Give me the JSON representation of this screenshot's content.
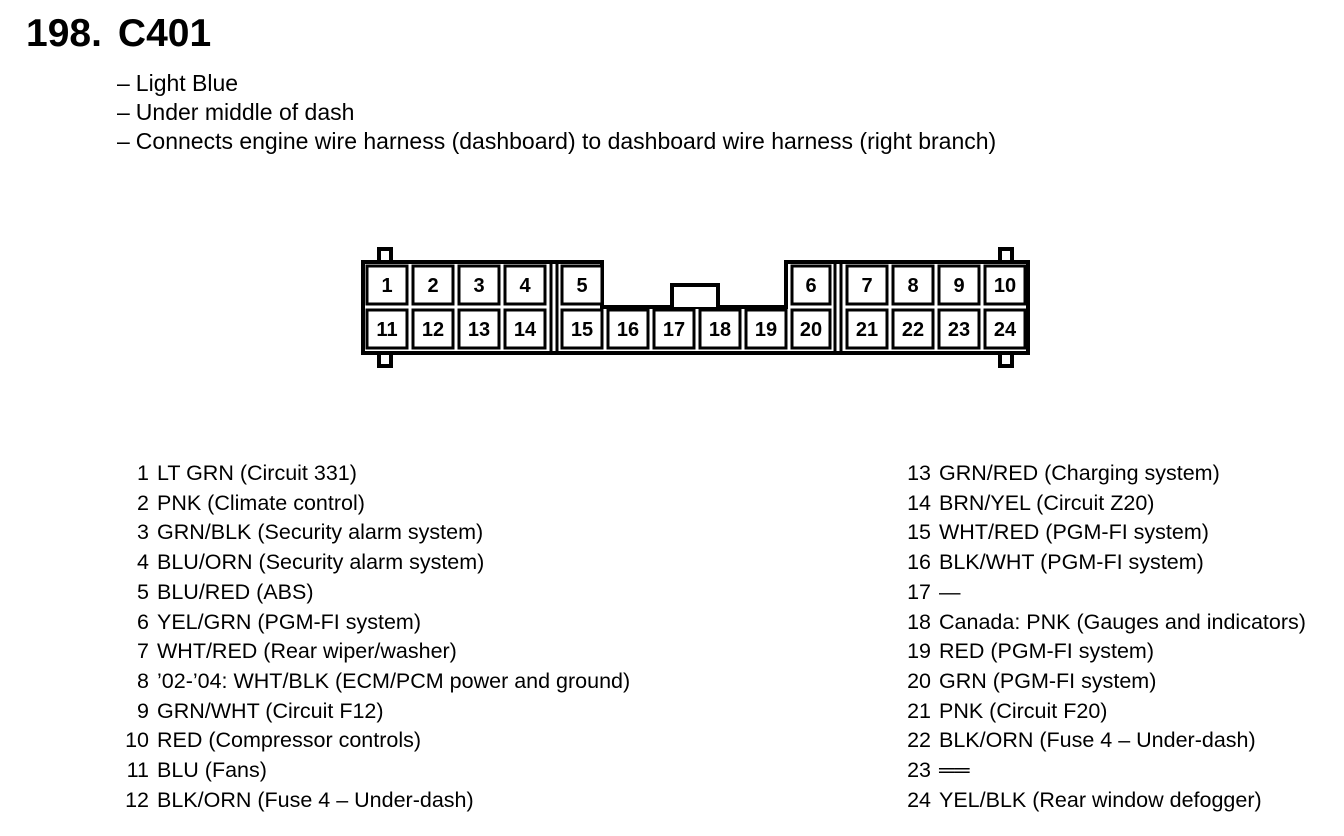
{
  "header": {
    "number": "198.",
    "connector": "C401"
  },
  "description": [
    {
      "dash": "–",
      "text": "Light Blue"
    },
    {
      "dash": "–",
      "text": "Under middle of dash"
    },
    {
      "dash": "–",
      "text": "Connects engine wire harness (dashboard) to dashboard wire harness (right branch)"
    }
  ],
  "connector_pins": {
    "top_row": [
      "1",
      "2",
      "3",
      "4",
      "5",
      "6",
      "7",
      "8",
      "9",
      "10"
    ],
    "bottom_row": [
      "11",
      "12",
      "13",
      "14",
      "15",
      "16",
      "17",
      "18",
      "19",
      "20",
      "21",
      "22",
      "23",
      "24"
    ]
  },
  "pins_left": [
    {
      "no": "1",
      "desc": "LT GRN (Circuit 331)"
    },
    {
      "no": "2",
      "desc": "PNK (Climate control)"
    },
    {
      "no": "3",
      "desc": "GRN/BLK (Security alarm system)"
    },
    {
      "no": "4",
      "desc": "BLU/ORN (Security alarm system)"
    },
    {
      "no": "5",
      "desc": "BLU/RED (ABS)"
    },
    {
      "no": "6",
      "desc": "YEL/GRN (PGM-FI system)"
    },
    {
      "no": "7",
      "desc": "WHT/RED (Rear wiper/washer)"
    },
    {
      "no": "8",
      "desc": "’02-’04: WHT/BLK (ECM/PCM power and ground)"
    },
    {
      "no": "9",
      "desc": "GRN/WHT (Circuit F12)"
    },
    {
      "no": "10",
      "desc": "RED (Compressor controls)"
    },
    {
      "no": "11",
      "desc": "BLU (Fans)"
    },
    {
      "no": "12",
      "desc": "BLK/ORN (Fuse 4 – Under-dash)"
    }
  ],
  "pins_right": [
    {
      "no": "13",
      "desc": "GRN/RED (Charging system)"
    },
    {
      "no": "14",
      "desc": "BRN/YEL (Circuit Z20)"
    },
    {
      "no": "15",
      "desc": "WHT/RED (PGM-FI system)"
    },
    {
      "no": "16",
      "desc": "BLK/WHT (PGM-FI system)"
    },
    {
      "no": "17",
      "desc": "—"
    },
    {
      "no": "18",
      "desc": "Canada: PNK (Gauges and indicators)"
    },
    {
      "no": "19",
      "desc": "RED (PGM-FI system)"
    },
    {
      "no": "20",
      "desc": "GRN (PGM-FI system)"
    },
    {
      "no": "21",
      "desc": "PNK (Circuit F20)"
    },
    {
      "no": "22",
      "desc": "BLK/ORN (Fuse 4 – Under-dash)"
    },
    {
      "no": "23",
      "desc": "══"
    },
    {
      "no": "24",
      "desc": "YEL/BLK (Rear window defogger)"
    }
  ]
}
